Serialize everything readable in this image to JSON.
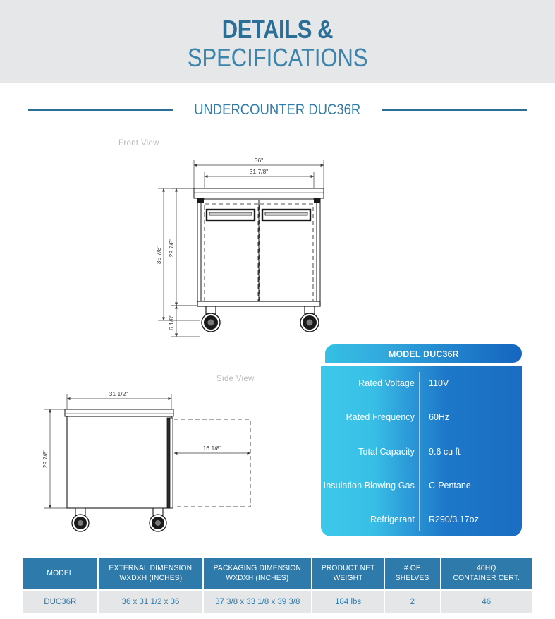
{
  "header": {
    "title_line1": "DETAILS &",
    "title_line2": "SPECIFICATIONS",
    "subtitle": "UNDERCOUNTER DUC36R",
    "band_color": "#e6e7e9",
    "title_color": "#2b6e96",
    "accent_color": "#2e7bab"
  },
  "drawings": {
    "front": {
      "label": "Front View",
      "dimensions": {
        "overall_width": "36\"",
        "inner_width": "31 7/8\"",
        "overall_height": "35 7/8\"",
        "cabinet_height": "29 7/8\"",
        "base_height": "6 1/8\""
      }
    },
    "side": {
      "label": "Side View",
      "dimensions": {
        "depth": "31 1/2\"",
        "height": "29 7/8\"",
        "door_swing": "16 1/8\""
      }
    }
  },
  "spec_panel": {
    "header": "MODEL DUC36R",
    "gradient_start": "#3dc8ea",
    "gradient_end": "#1b6dc2",
    "rows": [
      {
        "label": "Rated  Voltage",
        "value": "110V"
      },
      {
        "label": "Rated  Frequency",
        "value": "60Hz"
      },
      {
        "label": "Total Capacity",
        "value": "9.6 cu ft"
      },
      {
        "label": "Insulation Blowing Gas",
        "value": "C-Pentane"
      },
      {
        "label": "Refrigerant",
        "value": "R290/3.17oz"
      }
    ]
  },
  "table": {
    "header_color": "#2e7bab",
    "row_color": "#e4e6e8",
    "columns": [
      {
        "line1": "MODEL",
        "line2": ""
      },
      {
        "line1": "EXTERNAL DIMENSION",
        "line2": "WXDXH (INCHES)"
      },
      {
        "line1": "PACKAGING DIMENSION",
        "line2": "WXDXH (INCHES)"
      },
      {
        "line1": "PRODUCT NET",
        "line2": "WEIGHT"
      },
      {
        "line1": "# OF",
        "line2": "SHELVES"
      },
      {
        "line1": "40HQ",
        "line2": "CONTAINER CERT."
      }
    ],
    "rows": [
      {
        "model": "DUC36R",
        "external_dimension": "36 x 31 1/2 x 36",
        "packaging_dimension": "37 3/8 x 33 1/8 x 39 3/8",
        "net_weight": "184 lbs",
        "shelves": "2",
        "container_cert": "46"
      }
    ]
  }
}
